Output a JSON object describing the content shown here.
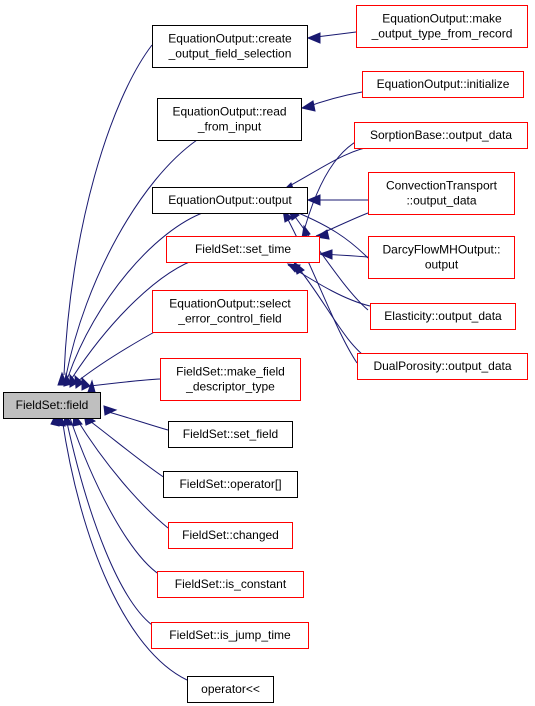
{
  "colors": {
    "edge": "#191970",
    "border_black": "#000000",
    "border_red": "#ff0000",
    "root_fill": "#bfbfbf",
    "node_fill": "#ffffff"
  },
  "nodes": [
    {
      "id": "root",
      "lines": [
        "FieldSet::field"
      ],
      "border": "black",
      "root": true
    },
    {
      "id": "eo_create",
      "lines": [
        "EquationOutput::create",
        "_output_field_selection"
      ],
      "border": "black"
    },
    {
      "id": "eo_make",
      "lines": [
        "EquationOutput::make",
        "_output_type_from_record"
      ],
      "border": "red"
    },
    {
      "id": "eo_init",
      "lines": [
        "EquationOutput::initialize"
      ],
      "border": "red"
    },
    {
      "id": "eo_read",
      "lines": [
        "EquationOutput::read",
        "_from_input"
      ],
      "border": "black"
    },
    {
      "id": "sorption",
      "lines": [
        "SorptionBase::output_data"
      ],
      "border": "red"
    },
    {
      "id": "eo_output",
      "lines": [
        "EquationOutput::output"
      ],
      "border": "black"
    },
    {
      "id": "conv",
      "lines": [
        "ConvectionTransport",
        "::output_data"
      ],
      "border": "red"
    },
    {
      "id": "fs_settime",
      "lines": [
        "FieldSet::set_time"
      ],
      "border": "red"
    },
    {
      "id": "darcy",
      "lines": [
        "DarcyFlowMHOutput::",
        "output"
      ],
      "border": "red"
    },
    {
      "id": "eo_select",
      "lines": [
        "EquationOutput::select",
        "_error_control_field"
      ],
      "border": "red"
    },
    {
      "id": "elasticity",
      "lines": [
        "Elasticity::output_data"
      ],
      "border": "red"
    },
    {
      "id": "dual",
      "lines": [
        "DualPorosity::output_data"
      ],
      "border": "red"
    },
    {
      "id": "fs_makefield",
      "lines": [
        "FieldSet::make_field",
        "_descriptor_type"
      ],
      "border": "red"
    },
    {
      "id": "fs_setfield",
      "lines": [
        "FieldSet::set_field"
      ],
      "border": "black"
    },
    {
      "id": "fs_operator",
      "lines": [
        "FieldSet::operator[]"
      ],
      "border": "black"
    },
    {
      "id": "fs_changed",
      "lines": [
        "FieldSet::changed"
      ],
      "border": "red"
    },
    {
      "id": "fs_isconst",
      "lines": [
        "FieldSet::is_constant"
      ],
      "border": "red"
    },
    {
      "id": "fs_isjump",
      "lines": [
        "FieldSet::is_jump_time"
      ],
      "border": "red"
    },
    {
      "id": "op_stream",
      "lines": [
        "operator<<"
      ],
      "border": "black"
    }
  ]
}
